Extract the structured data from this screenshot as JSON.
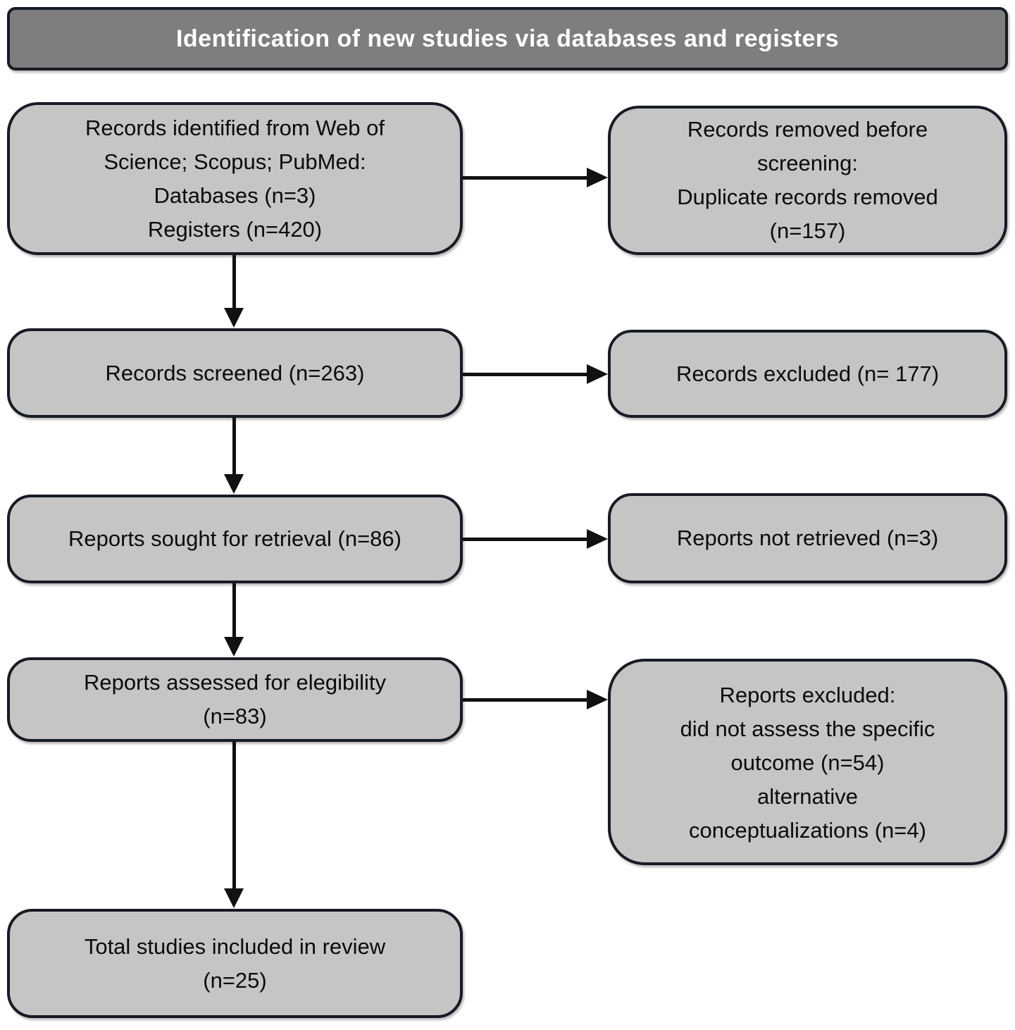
{
  "header": {
    "title": "Identification of new studies via databases and registers"
  },
  "boxes": {
    "records_identified": "Records identified from Web of\nScience; Scopus; PubMed:\nDatabases (n=3)\nRegisters (n=420)",
    "records_removed": "Records removed before\nscreening:\nDuplicate records removed\n(n=157)",
    "records_screened": "Records screened (n=263)",
    "records_excluded": "Records excluded (n= 177)",
    "reports_sought": "Reports sought for retrieval (n=86)",
    "reports_not_retrieved": "Reports not retrieved (n=3)",
    "reports_assessed": "Reports assessed for elegibility\n(n=83)",
    "reports_excluded_detail": "Reports excluded:\ndid not assess the specific\noutcome (n=54)\nalternative\nconceptualizations (n=4)",
    "total_included": "Total studies included in review\n(n=25)"
  },
  "colors": {
    "header_fill": "#7e7e7e",
    "box_fill": "#c5c5c5",
    "border_color": "#161b24",
    "header_text": "#ffffff",
    "text_color": "#0b0b0b",
    "arrow_color": "#111111",
    "page_bg": "#ffffff"
  }
}
